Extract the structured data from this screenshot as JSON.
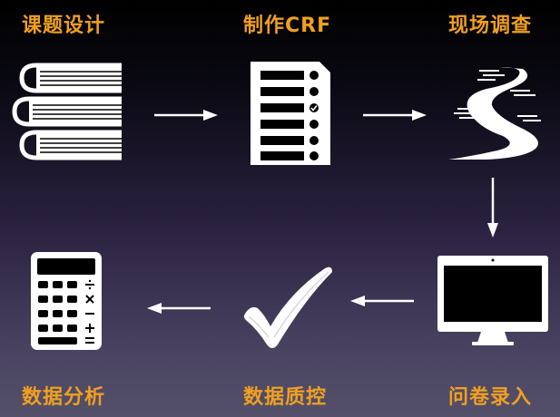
{
  "steps": [
    {
      "label": "课题设计",
      "icon": "books-icon"
    },
    {
      "label": "制作CRF",
      "icon": "checklist-icon"
    },
    {
      "label": "现场调查",
      "icon": "winding-road-icon"
    },
    {
      "label": "问卷录入",
      "icon": "monitor-icon"
    },
    {
      "label": "数据质控",
      "icon": "checkmark-icon"
    },
    {
      "label": "数据分析",
      "icon": "calculator-icon"
    }
  ],
  "colors": {
    "label": "#f0a020",
    "icon": "#ffffff"
  }
}
